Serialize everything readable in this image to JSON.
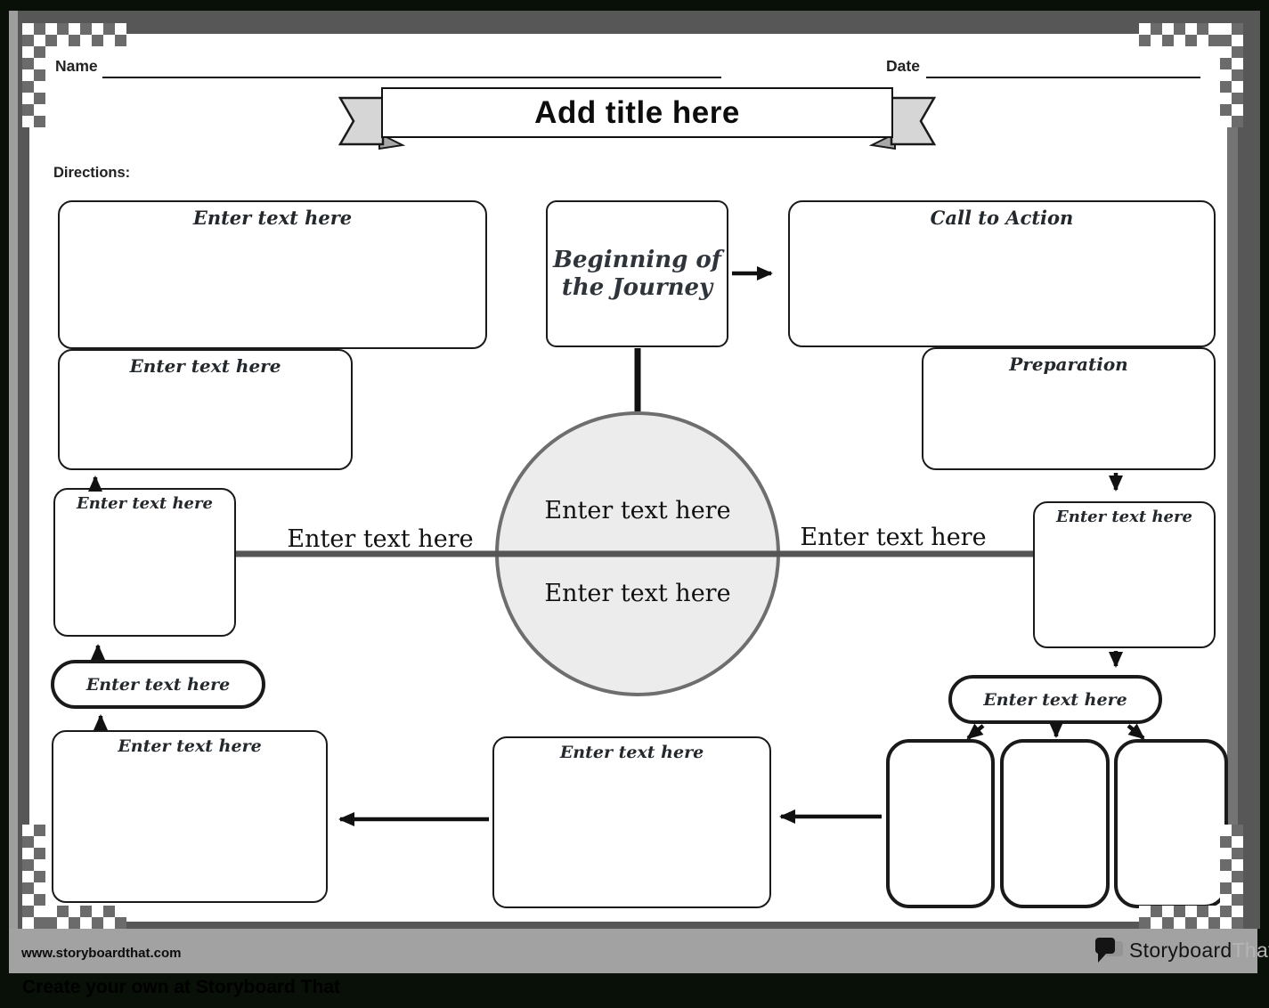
{
  "header": {
    "name_label": "Name",
    "date_label": "Date",
    "title": "Add title here",
    "directions_label": "Directions:"
  },
  "diagram": {
    "placeholder": "Enter text here",
    "beginning_line1": "Beginning of",
    "beginning_line2": "the Journey",
    "call_to_action_label": "Call to Action",
    "preparation_label": "Preparation"
  },
  "footer": {
    "website": "www.storyboardthat.com",
    "brand_primary": "Storyboard",
    "brand_secondary": "That",
    "tagline": "Create your own at Storyboard That"
  },
  "colors": {
    "outer_background": "#081008",
    "frame_gray": "#575757",
    "footer_band_gray": "#a2a2a2",
    "checker_gray": "#6b6b6b",
    "circle_fill": "#ececec",
    "circle_border": "#6e6e6e",
    "connector_gray": "#555555",
    "ink": "#1a1a1a",
    "ribbon_fill": "#d6d6d6"
  }
}
